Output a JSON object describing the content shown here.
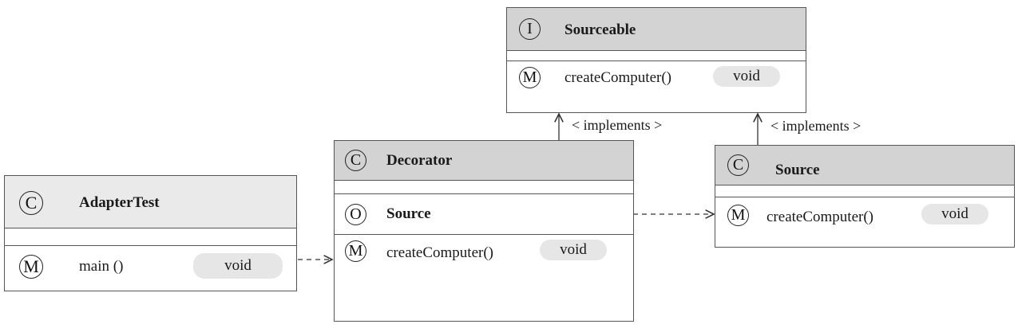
{
  "classes": {
    "sourceable": {
      "stereotype": "I",
      "name": "Sourceable",
      "methods": [
        {
          "marker": "M",
          "name": "createComputer()",
          "type": "void"
        }
      ]
    },
    "decorator": {
      "stereotype": "C",
      "name": "Decorator",
      "fields": [
        {
          "marker": "O",
          "name": "Source"
        }
      ],
      "methods": [
        {
          "marker": "M",
          "name": "createComputer()",
          "type": "void"
        }
      ]
    },
    "source": {
      "stereotype": "C",
      "name": "Source",
      "methods": [
        {
          "marker": "M",
          "name": "createComputer()",
          "type": "void"
        }
      ]
    },
    "adapter_test": {
      "stereotype": "C",
      "name": "AdapterTest",
      "methods": [
        {
          "marker": "M",
          "name": "main ()",
          "type": "void"
        }
      ]
    }
  },
  "relations": {
    "decorator_implements": "< implements >",
    "source_implements": "< implements >"
  }
}
